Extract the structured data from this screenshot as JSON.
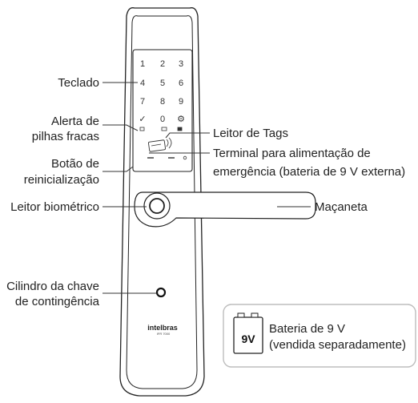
{
  "labels": {
    "teclado": "Teclado",
    "alerta_1": "Alerta de",
    "alerta_2": "pilhas fracas",
    "botao_1": "Botão de",
    "botao_2": "reinicialização",
    "biometrico": "Leitor biométrico",
    "cilindro_1": "Cilindro da chave",
    "cilindro_2": "de contingência",
    "tags": "Leitor de Tags",
    "terminal_1": "Terminal para alimentação de",
    "terminal_2": "emergência (bateria de 9 V externa)",
    "macaneta": "Maçaneta"
  },
  "keypad": {
    "rows": [
      [
        "1",
        "2",
        "3"
      ],
      [
        "4",
        "5",
        "6"
      ],
      [
        "7",
        "8",
        "9"
      ],
      [
        "✓",
        "0",
        "⚙"
      ]
    ]
  },
  "brand": {
    "name": "intelbras",
    "model": "IFR 7000"
  },
  "battery": {
    "mark": "9V",
    "label_1": "Bateria de 9 V",
    "label_2": "(vendida separadamente)"
  }
}
